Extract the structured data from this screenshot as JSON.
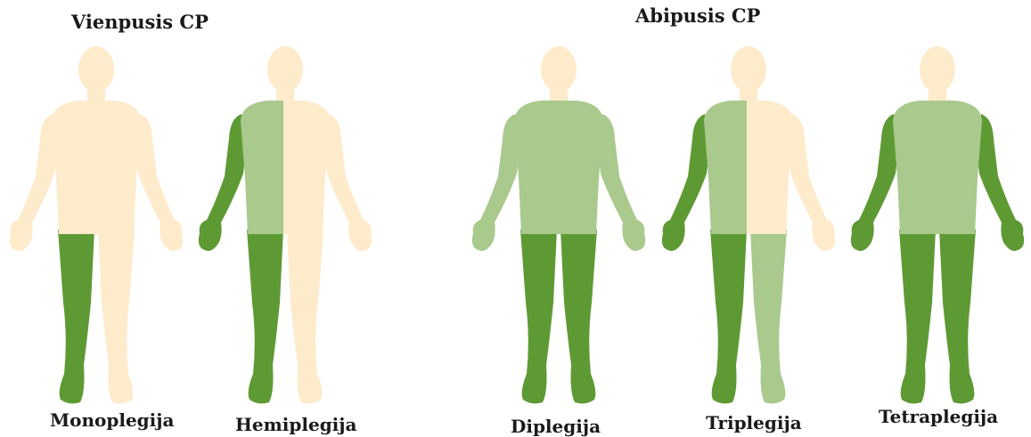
{
  "headings": {
    "unilateral": "Vienpusis CP",
    "bilateral": "Abipusis CP"
  },
  "figures": [
    {
      "caption": "Monoplegija",
      "regions": {
        "left_arm": "skin",
        "right_arm": "skin",
        "left_torso": "skin",
        "right_torso": "skin",
        "left_leg": "dark",
        "right_leg": "skin"
      }
    },
    {
      "caption": "Hemiplegija",
      "regions": {
        "left_arm": "dark",
        "right_arm": "skin",
        "left_torso": "light",
        "right_torso": "skin",
        "left_leg": "dark",
        "right_leg": "skin"
      }
    },
    {
      "caption": "Diplegija",
      "regions": {
        "left_arm": "light",
        "right_arm": "light",
        "left_torso": "light",
        "right_torso": "light",
        "left_leg": "dark",
        "right_leg": "dark"
      }
    },
    {
      "caption": "Triplegija",
      "regions": {
        "left_arm": "dark",
        "right_arm": "skin",
        "left_torso": "light",
        "right_torso": "skin",
        "left_leg": "dark",
        "right_leg": "light"
      }
    },
    {
      "caption": "Tetraplegija",
      "regions": {
        "left_arm": "dark",
        "right_arm": "dark",
        "left_torso": "light",
        "right_torso": "light",
        "left_leg": "dark",
        "right_leg": "dark"
      }
    }
  ],
  "colors": {
    "skin": "#fdebcc",
    "light": "#a9c98d",
    "dark": "#5e9a34"
  }
}
